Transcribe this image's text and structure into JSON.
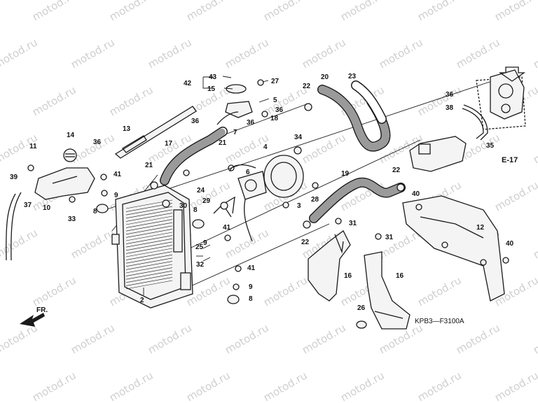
{
  "watermark": "motod.ru",
  "diagram_code": "KPB3—F3100A",
  "section_ref": "E-17",
  "front_label": "FR.",
  "callouts": {
    "c2": "2",
    "c3": "3",
    "c4": "4",
    "c5": "5",
    "c6": "6",
    "c7": "7",
    "c8a": "8",
    "c8b": "8",
    "c8c": "8",
    "c9a": "9",
    "c9b": "9",
    "c9c": "9",
    "c10": "10",
    "c11": "11",
    "c12": "12",
    "c13": "13",
    "c14": "14",
    "c15": "15",
    "c16a": "16",
    "c16b": "16",
    "c17": "17",
    "c18": "18",
    "c19": "19",
    "c20": "20",
    "c21a": "21",
    "c21b": "21",
    "c22a": "22",
    "c22b": "22",
    "c22c": "22",
    "c23": "23",
    "c24": "24",
    "c25": "25",
    "c26": "26",
    "c27": "27",
    "c28": "28",
    "c29": "29",
    "c30": "30",
    "c31a": "31",
    "c31b": "31",
    "c32": "32",
    "c33": "33",
    "c34": "34",
    "c35": "35",
    "c36a": "36",
    "c36b": "36",
    "c36c": "36",
    "c36d": "36",
    "c36e": "36",
    "c37": "37",
    "c38": "38",
    "c39": "39",
    "c40a": "40",
    "c40b": "40",
    "c41a": "41",
    "c41b": "41",
    "c41c": "41",
    "c42": "42",
    "c43": "43"
  }
}
